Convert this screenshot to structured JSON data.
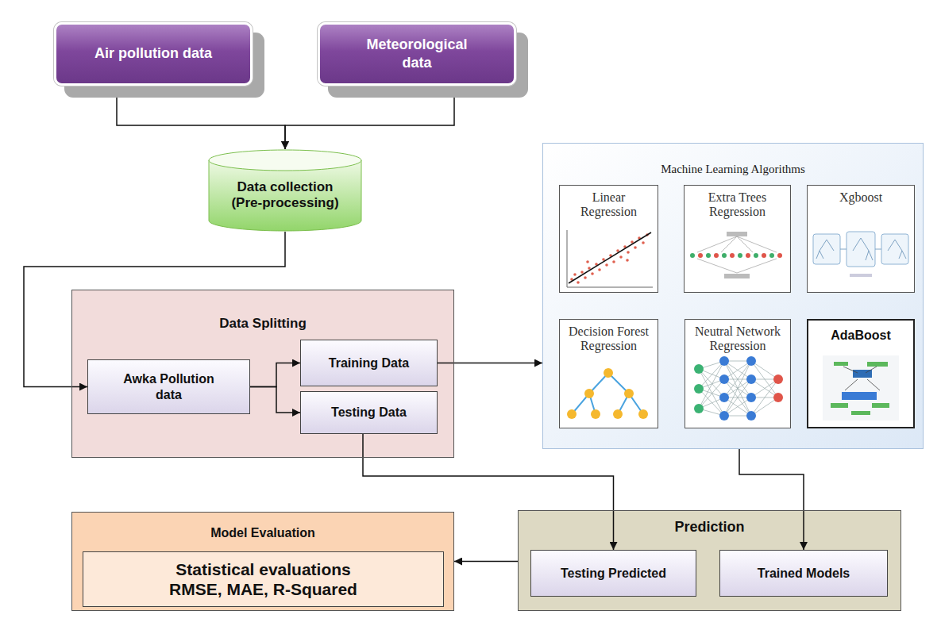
{
  "diagram": {
    "nodes": [
      {
        "text": [
          "Air pollution data"
        ]
      },
      {
        "text": [
          "Meteorological data"
        ]
      },
      {
        "text": [
          "Data collection (Pre-processing)"
        ]
      },
      {
        "text": [
          "Machine Learning Algorithms"
        ]
      },
      {
        "text": [
          "Linear Regression"
        ],
        "in": 3
      },
      {
        "text": [
          "Extra Trees Regression"
        ],
        "in": 3
      },
      {
        "text": [
          "Xgboost"
        ],
        "in": 3
      },
      {
        "text": [
          "Decision Forest Regression"
        ],
        "in": 3
      },
      {
        "text": [
          "Neutral Network Regression"
        ],
        "in": 3
      },
      {
        "text": [
          "AdaBoost"
        ],
        "in": 3
      },
      {
        "text": [
          "Data Splitting"
        ]
      },
      {
        "text": [
          "Awka Pollution data"
        ],
        "in": 10
      },
      {
        "text": [
          "Training Data"
        ],
        "in": 10
      },
      {
        "text": [
          "Testing Data"
        ],
        "in": 10
      },
      {
        "text": [
          "Model Evaluation"
        ]
      },
      {
        "text": [
          "Statistical evaluations RMSE, MAE, R-Squared"
        ],
        "in": 14
      },
      {
        "text": [
          "Prediction"
        ]
      },
      {
        "text": [
          "Testing Predicted"
        ],
        "in": 16
      },
      {
        "text": [
          "Trained Models"
        ],
        "in": 16
      }
    ],
    "edges": [
      {
        "from": 0,
        "to": 2,
        "arrow": "to"
      },
      {
        "from": 1,
        "to": 2,
        "arrow": "to"
      },
      {
        "from": 2,
        "to": 11,
        "arrow": "to"
      },
      {
        "from": 11,
        "to": 12,
        "arrow": "to"
      },
      {
        "from": 11,
        "to": 13,
        "arrow": "to"
      },
      {
        "from": 12,
        "to": 3,
        "arrow": "to"
      },
      {
        "from": 13,
        "to": 17,
        "arrow": "to"
      },
      {
        "from": 3,
        "to": 18,
        "arrow": "to"
      },
      {
        "from": 16,
        "to": 14,
        "arrow": "to"
      }
    ]
  }
}
